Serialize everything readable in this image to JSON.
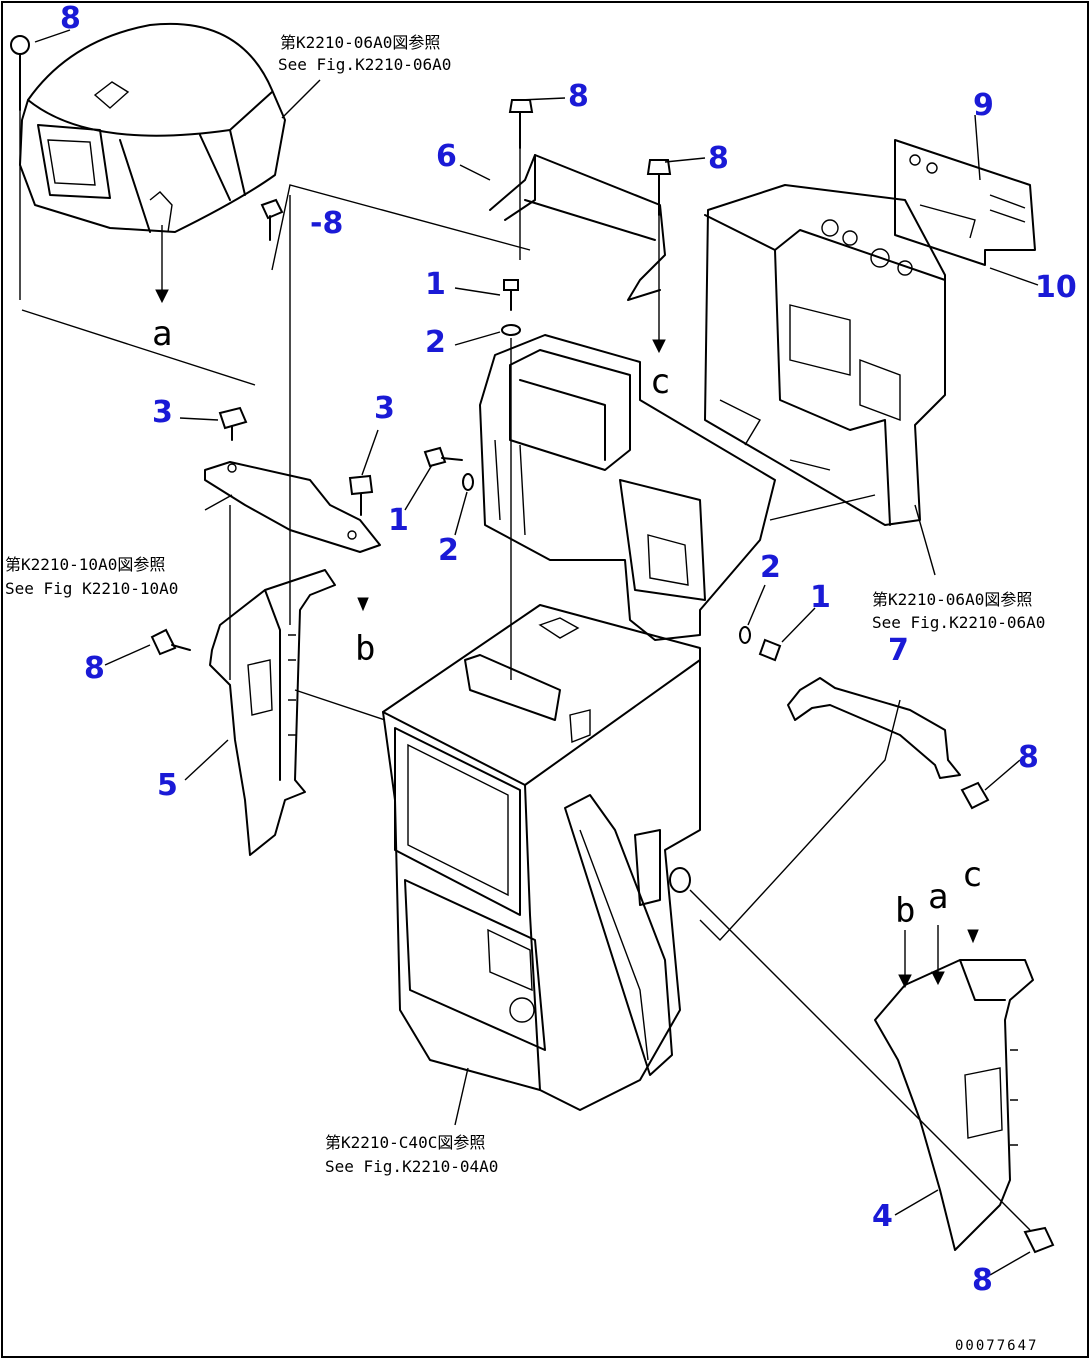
{
  "callouts": {
    "c8_top_left": "8",
    "c8_canopy_right": "-8",
    "c8_bracket6": "8",
    "c8_bracket6_right": "8",
    "c6": "6",
    "c9": "9",
    "c10": "10",
    "c1_top": "1",
    "c2_top": "2",
    "c3_left": "3",
    "c3_right": "3",
    "c1_mid": "1",
    "c2_mid": "2",
    "c2_right": "2",
    "c1_right": "1",
    "c7": "7",
    "c8_left": "8",
    "c5": "5",
    "c8_right": "8",
    "c4": "4",
    "c8_bottom": "8"
  },
  "references": {
    "canopy": {
      "jp": "第K2210-06A0図参照",
      "en": "See Fig.K2210-06A0"
    },
    "plate3": {
      "jp": "第K2210-10A0図参照",
      "en": "See Fig K2210-10A0"
    },
    "housing": {
      "jp": "第K2210-06A0図参照",
      "en": "See Fig.K2210-06A0"
    },
    "column": {
      "jp": "第K2210-C40C図参照",
      "en": "See Fig.K2210-04A0"
    }
  },
  "connection_letters": {
    "a_top": "a",
    "b_mid": "b",
    "c_mid": "c",
    "b_bottom": "b",
    "a_bottom": "a",
    "c_bottom": "c"
  },
  "drawing_number": "00077647"
}
